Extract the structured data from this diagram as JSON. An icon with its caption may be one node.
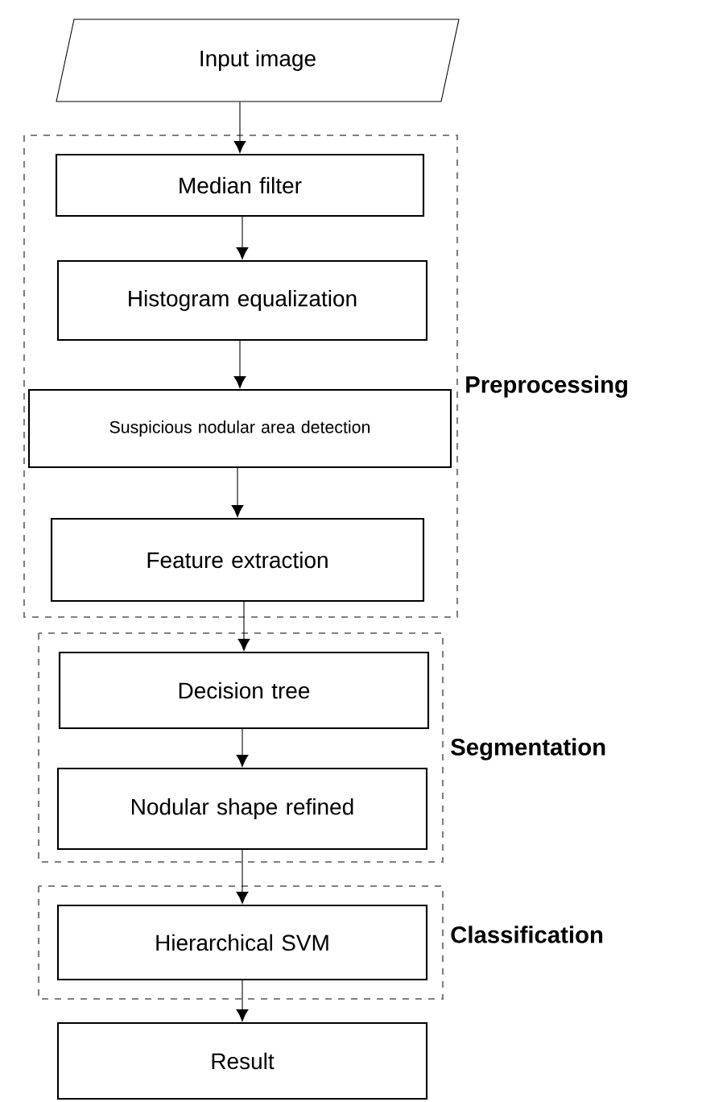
{
  "diagram": {
    "nodes": [
      {
        "text": [
          "Input image"
        ]
      },
      {
        "text": [
          "Preprocessing"
        ]
      },
      {
        "text": [
          "Median filter"
        ],
        "in": 1
      },
      {
        "text": [
          "Histogram equalization"
        ],
        "in": 1
      },
      {
        "text": [
          "Suspicious nodular area detection"
        ],
        "in": 1
      },
      {
        "text": [
          "Feature extraction"
        ],
        "in": 1
      },
      {
        "text": [
          "Segmentation"
        ]
      },
      {
        "text": [
          "Decision tree"
        ],
        "in": 6
      },
      {
        "text": [
          "Nodular shape refined"
        ],
        "in": 6
      },
      {
        "text": [
          "Classification"
        ]
      },
      {
        "text": [
          "Hierarchical SVM"
        ],
        "in": 9
      },
      {
        "text": [
          "Result"
        ]
      }
    ],
    "edges": [
      {
        "from": 0,
        "to": 2,
        "arrow": "to"
      },
      {
        "from": 2,
        "to": 3,
        "arrow": "to"
      },
      {
        "from": 3,
        "to": 4,
        "arrow": "to"
      },
      {
        "from": 4,
        "to": 5,
        "arrow": "to"
      },
      {
        "from": 5,
        "to": 7,
        "arrow": "to"
      },
      {
        "from": 7,
        "to": 8,
        "arrow": "to"
      },
      {
        "from": 8,
        "to": 10,
        "arrow": "to"
      },
      {
        "from": 10,
        "to": 11,
        "arrow": "to"
      }
    ]
  }
}
